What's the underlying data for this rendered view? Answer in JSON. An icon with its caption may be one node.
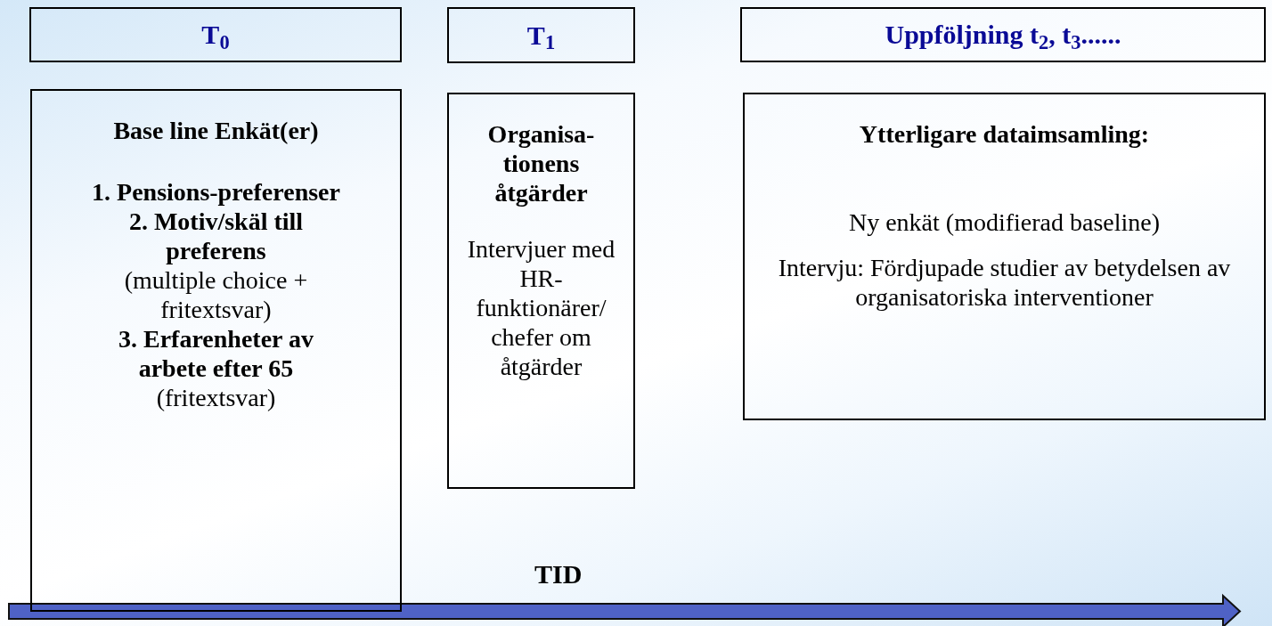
{
  "diagram": {
    "nodes": [
      {
        "text": [
          "T$_{0}$"
        ]
      },
      {
        "text": [
          "T$_{1}$"
        ]
      },
      {
        "text": [
          "Uppföljning t$_{2}$, t$_{3}$......"
        ]
      },
      {
        "text": [
          "Base line Enkät(er)",
          "1. Pensions-preferenser",
          "2. Motiv/skäl till preferens",
          "(multiple choice + fritextsvar)",
          "3. Erfarenheter av arbete efter 65",
          "(fritextsvar)"
        ]
      },
      {
        "text": [
          "Organisa-tionens åtgärder",
          "Intervjuer med HR-funktionärer/ chefer om åtgärder"
        ]
      },
      {
        "text": [
          "Ytterligare dataimsamling:",
          "Ny enkät (modifierad baseline)",
          "Intervju: Fördjupade studier av betydelsen av organisatoriska interventioner"
        ]
      }
    ],
    "labels": [
      "TID"
    ]
  }
}
